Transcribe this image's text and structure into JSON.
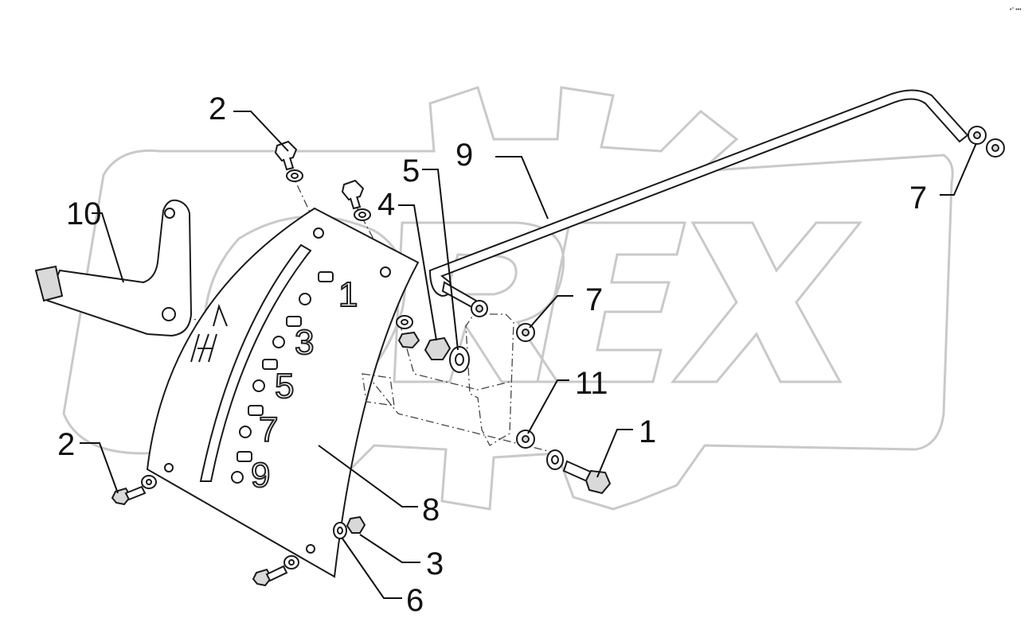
{
  "diagram": {
    "corner_mark": "•° •••",
    "watermark": "OREX",
    "plate_stencil_numbers": [
      "1",
      "3",
      "5",
      "7",
      "9"
    ],
    "callouts": [
      {
        "id": "c1",
        "label": "1"
      },
      {
        "id": "c2a",
        "label": "2"
      },
      {
        "id": "c2b",
        "label": "2"
      },
      {
        "id": "c3",
        "label": "3"
      },
      {
        "id": "c4",
        "label": "4"
      },
      {
        "id": "c5",
        "label": "5"
      },
      {
        "id": "c6",
        "label": "6"
      },
      {
        "id": "c7a",
        "label": "7"
      },
      {
        "id": "c7b",
        "label": "7"
      },
      {
        "id": "c8",
        "label": "8"
      },
      {
        "id": "c9",
        "label": "9"
      },
      {
        "id": "c10",
        "label": "10"
      },
      {
        "id": "c11",
        "label": "11"
      }
    ]
  }
}
